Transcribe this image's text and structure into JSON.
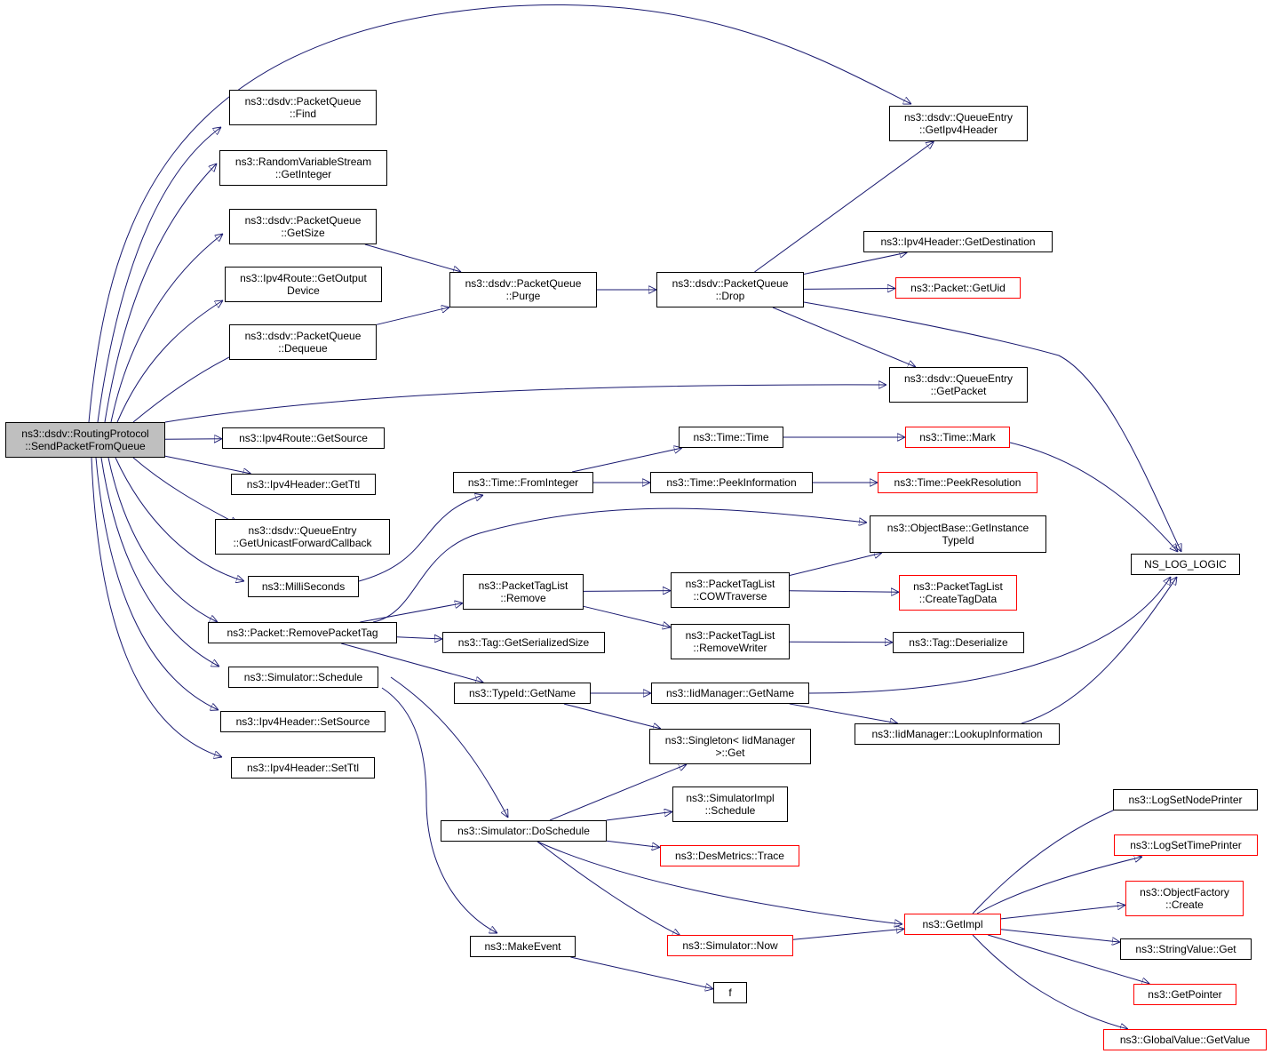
{
  "nodes": [
    {
      "id": "root",
      "lines": [
        "ns3::dsdv::RoutingProtocol",
        "::SendPacketFromQueue"
      ],
      "style": "root"
    },
    {
      "id": "find",
      "lines": [
        "ns3::dsdv::PacketQueue",
        "::Find"
      ],
      "style": "black"
    },
    {
      "id": "getinteger",
      "lines": [
        "ns3::RandomVariableStream",
        "::GetInteger"
      ],
      "style": "black"
    },
    {
      "id": "getsize",
      "lines": [
        "ns3::dsdv::PacketQueue",
        "::GetSize"
      ],
      "style": "black"
    },
    {
      "id": "getoutputdevice",
      "lines": [
        "ns3::Ipv4Route::GetOutput",
        "Device"
      ],
      "style": "black"
    },
    {
      "id": "dequeue",
      "lines": [
        "ns3::dsdv::PacketQueue",
        "::Dequeue"
      ],
      "style": "black"
    },
    {
      "id": "getsource",
      "lines": [
        "ns3::Ipv4Route::GetSource"
      ],
      "style": "black"
    },
    {
      "id": "getttl",
      "lines": [
        "ns3::Ipv4Header::GetTtl"
      ],
      "style": "black"
    },
    {
      "id": "getunicast",
      "lines": [
        "ns3::dsdv::QueueEntry",
        "::GetUnicastForwardCallback"
      ],
      "style": "black"
    },
    {
      "id": "milliseconds",
      "lines": [
        "ns3::MilliSeconds"
      ],
      "style": "black"
    },
    {
      "id": "removepackettag",
      "lines": [
        "ns3::Packet::RemovePacketTag"
      ],
      "style": "black"
    },
    {
      "id": "schedule",
      "lines": [
        "ns3::Simulator::Schedule"
      ],
      "style": "black"
    },
    {
      "id": "setsource",
      "lines": [
        "ns3::Ipv4Header::SetSource"
      ],
      "style": "black"
    },
    {
      "id": "setttl",
      "lines": [
        "ns3::Ipv4Header::SetTtl"
      ],
      "style": "black"
    },
    {
      "id": "purge",
      "lines": [
        "ns3::dsdv::PacketQueue",
        "::Purge"
      ],
      "style": "black"
    },
    {
      "id": "drop",
      "lines": [
        "ns3::dsdv::PacketQueue",
        "::Drop"
      ],
      "style": "black"
    },
    {
      "id": "getipv4header",
      "lines": [
        "ns3::dsdv::QueueEntry",
        "::GetIpv4Header"
      ],
      "style": "black"
    },
    {
      "id": "getdestination",
      "lines": [
        "ns3::Ipv4Header::GetDestination"
      ],
      "style": "black"
    },
    {
      "id": "getuid",
      "lines": [
        "ns3::Packet::GetUid"
      ],
      "style": "red"
    },
    {
      "id": "getpacket",
      "lines": [
        "ns3::dsdv::QueueEntry",
        "::GetPacket"
      ],
      "style": "black"
    },
    {
      "id": "nslog",
      "lines": [
        "NS_LOG_LOGIC"
      ],
      "style": "black"
    },
    {
      "id": "fromint",
      "lines": [
        "ns3::Time::FromInteger"
      ],
      "style": "black"
    },
    {
      "id": "timetime",
      "lines": [
        "ns3::Time::Time"
      ],
      "style": "black"
    },
    {
      "id": "peekinfo",
      "lines": [
        "ns3::Time::PeekInformation"
      ],
      "style": "black"
    },
    {
      "id": "timemark",
      "lines": [
        "ns3::Time::Mark"
      ],
      "style": "red"
    },
    {
      "id": "peekres",
      "lines": [
        "ns3::Time::PeekResolution"
      ],
      "style": "red"
    },
    {
      "id": "getinstance",
      "lines": [
        "ns3::ObjectBase::GetInstance",
        "TypeId"
      ],
      "style": "black"
    },
    {
      "id": "ptlremove",
      "lines": [
        "ns3::PacketTagList",
        "::Remove"
      ],
      "style": "black"
    },
    {
      "id": "cowtraverse",
      "lines": [
        "ns3::PacketTagList",
        "::COWTraverse"
      ],
      "style": "black"
    },
    {
      "id": "createtagdata",
      "lines": [
        "ns3::PacketTagList",
        "::CreateTagData"
      ],
      "style": "red"
    },
    {
      "id": "removewriter",
      "lines": [
        "ns3::PacketTagList",
        "::RemoveWriter"
      ],
      "style": "black"
    },
    {
      "id": "tagser",
      "lines": [
        "ns3::Tag::GetSerializedSize"
      ],
      "style": "black"
    },
    {
      "id": "tagdeser",
      "lines": [
        "ns3::Tag::Deserialize"
      ],
      "style": "black"
    },
    {
      "id": "typeidname",
      "lines": [
        "ns3::TypeId::GetName"
      ],
      "style": "black"
    },
    {
      "id": "iidgetname",
      "lines": [
        "ns3::IidManager::GetName"
      ],
      "style": "black"
    },
    {
      "id": "lookupinfo",
      "lines": [
        "ns3::IidManager::LookupInformation"
      ],
      "style": "black"
    },
    {
      "id": "singleton",
      "lines": [
        "ns3::Singleton< IidManager",
        ">::Get"
      ],
      "style": "black"
    },
    {
      "id": "simimplsched",
      "lines": [
        "ns3::SimulatorImpl",
        "::Schedule"
      ],
      "style": "black"
    },
    {
      "id": "doschedule",
      "lines": [
        "ns3::Simulator::DoSchedule"
      ],
      "style": "black"
    },
    {
      "id": "desmetrics",
      "lines": [
        "ns3::DesMetrics::Trace"
      ],
      "style": "red"
    },
    {
      "id": "makeevent",
      "lines": [
        "ns3::MakeEvent"
      ],
      "style": "black"
    },
    {
      "id": "f",
      "lines": [
        "f"
      ],
      "style": "black"
    },
    {
      "id": "simnow",
      "lines": [
        "ns3::Simulator::Now"
      ],
      "style": "red"
    },
    {
      "id": "getimpl",
      "lines": [
        "ns3::GetImpl"
      ],
      "style": "red"
    },
    {
      "id": "lognode",
      "lines": [
        "ns3::LogSetNodePrinter"
      ],
      "style": "black"
    },
    {
      "id": "logtime",
      "lines": [
        "ns3::LogSetTimePrinter"
      ],
      "style": "red"
    },
    {
      "id": "objfactory",
      "lines": [
        "ns3::ObjectFactory",
        "::Create"
      ],
      "style": "red"
    },
    {
      "id": "stringvalue",
      "lines": [
        "ns3::StringValue::Get"
      ],
      "style": "black"
    },
    {
      "id": "getpointer",
      "lines": [
        "ns3::GetPointer"
      ],
      "style": "red"
    },
    {
      "id": "globalvalue",
      "lines": [
        "ns3::GlobalValue::GetValue"
      ],
      "style": "red"
    }
  ],
  "edges": [
    [
      "root",
      "find"
    ],
    [
      "root",
      "getinteger"
    ],
    [
      "root",
      "getsize"
    ],
    [
      "root",
      "getoutputdevice"
    ],
    [
      "root",
      "dequeue"
    ],
    [
      "root",
      "getsource"
    ],
    [
      "root",
      "getttl"
    ],
    [
      "root",
      "getunicast"
    ],
    [
      "root",
      "milliseconds"
    ],
    [
      "root",
      "removepackettag"
    ],
    [
      "root",
      "schedule"
    ],
    [
      "root",
      "setsource"
    ],
    [
      "root",
      "setttl"
    ],
    [
      "root",
      "getipv4header"
    ],
    [
      "root",
      "getpacket"
    ],
    [
      "getsize",
      "purge"
    ],
    [
      "dequeue",
      "purge"
    ],
    [
      "purge",
      "drop"
    ],
    [
      "drop",
      "getipv4header"
    ],
    [
      "drop",
      "getdestination"
    ],
    [
      "drop",
      "getuid"
    ],
    [
      "drop",
      "getpacket"
    ],
    [
      "drop",
      "nslog"
    ],
    [
      "milliseconds",
      "fromint"
    ],
    [
      "fromint",
      "timetime"
    ],
    [
      "fromint",
      "peekinfo"
    ],
    [
      "timetime",
      "timemark"
    ],
    [
      "peekinfo",
      "peekres"
    ],
    [
      "timemark",
      "nslog"
    ],
    [
      "removepackettag",
      "getinstance"
    ],
    [
      "removepackettag",
      "ptlremove"
    ],
    [
      "removepackettag",
      "tagser"
    ],
    [
      "removepackettag",
      "typeidname"
    ],
    [
      "ptlremove",
      "cowtraverse"
    ],
    [
      "ptlremove",
      "removewriter"
    ],
    [
      "cowtraverse",
      "getinstance"
    ],
    [
      "cowtraverse",
      "createtagdata"
    ],
    [
      "removewriter",
      "tagdeser"
    ],
    [
      "typeidname",
      "iidgetname"
    ],
    [
      "typeidname",
      "singleton"
    ],
    [
      "iidgetname",
      "nslog"
    ],
    [
      "iidgetname",
      "lookupinfo"
    ],
    [
      "lookupinfo",
      "nslog"
    ],
    [
      "schedule",
      "doschedule"
    ],
    [
      "schedule",
      "makeevent"
    ],
    [
      "doschedule",
      "singleton"
    ],
    [
      "doschedule",
      "simimplsched"
    ],
    [
      "doschedule",
      "desmetrics"
    ],
    [
      "doschedule",
      "simnow"
    ],
    [
      "doschedule",
      "getimpl"
    ],
    [
      "makeevent",
      "f"
    ],
    [
      "simnow",
      "getimpl"
    ],
    [
      "getimpl",
      "lognode"
    ],
    [
      "getimpl",
      "logtime"
    ],
    [
      "getimpl",
      "objfactory"
    ],
    [
      "getimpl",
      "stringvalue"
    ],
    [
      "getimpl",
      "getpointer"
    ],
    [
      "getimpl",
      "globalvalue"
    ]
  ],
  "colors": {
    "edge": "#191970",
    "node_border": "#000000",
    "node_border_red": "#ff0000",
    "root_fill": "#bfbfbf"
  }
}
